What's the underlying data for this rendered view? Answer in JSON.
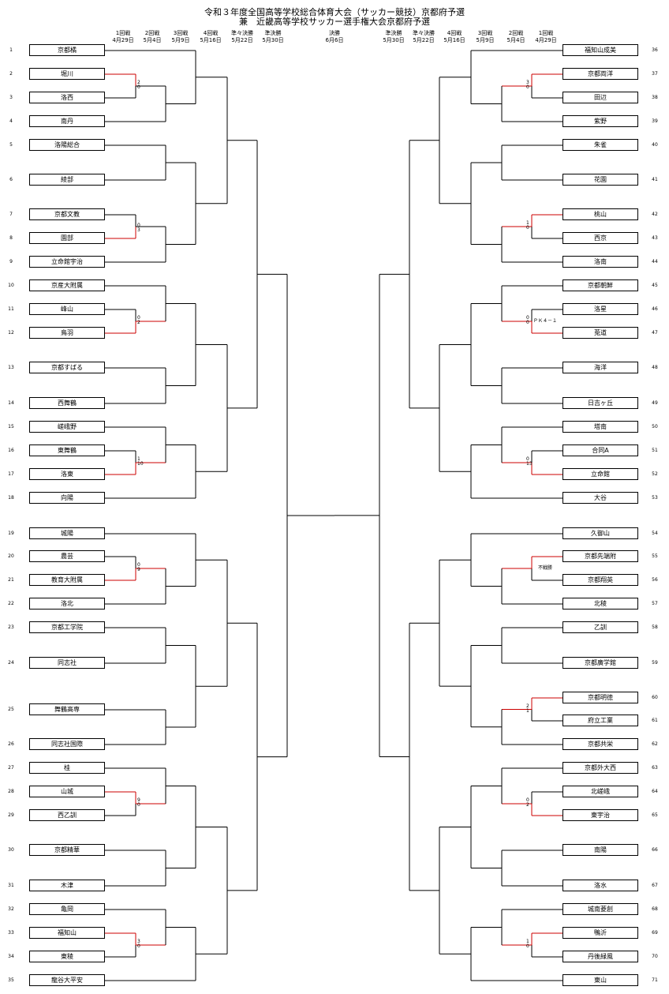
{
  "title": {
    "line1": "令和３年度全国高等学校総合体育大会（サッカー競技）京都府予選",
    "line2": "兼　近畿高等学校サッカー選手権大会京都府予選"
  },
  "rounds_left": [
    {
      "name": "1回戦",
      "date": "4月29日"
    },
    {
      "name": "2回戦",
      "date": "5月4日"
    },
    {
      "name": "3回戦",
      "date": "5月9日"
    },
    {
      "name": "4回戦",
      "date": "5月16日"
    },
    {
      "name": "準々決勝",
      "date": "5月22日"
    },
    {
      "name": "準決勝",
      "date": "5月30日"
    }
  ],
  "final": {
    "name": "決勝",
    "date": "6月6日"
  },
  "rounds_right": [
    {
      "name": "準決勝",
      "date": "5月30日"
    },
    {
      "name": "準々決勝",
      "date": "5月22日"
    },
    {
      "name": "4回戦",
      "date": "5月16日"
    },
    {
      "name": "3回戦",
      "date": "5月9日"
    },
    {
      "name": "2回戦",
      "date": "5月4日"
    },
    {
      "name": "1回戦",
      "date": "4月29日"
    }
  ],
  "left_teams": [
    {
      "no": "1",
      "name": "京都橘"
    },
    {
      "no": "2",
      "name": "堀川"
    },
    {
      "no": "3",
      "name": "洛西"
    },
    {
      "no": "4",
      "name": "南丹"
    },
    {
      "no": "5",
      "name": "洛陽総合"
    },
    {
      "no": "6",
      "name": "綾部"
    },
    {
      "no": "7",
      "name": "京都文教"
    },
    {
      "no": "8",
      "name": "園部"
    },
    {
      "no": "9",
      "name": "立命館宇治"
    },
    {
      "no": "10",
      "name": "京産大附属"
    },
    {
      "no": "11",
      "name": "峰山"
    },
    {
      "no": "12",
      "name": "鳥羽"
    },
    {
      "no": "13",
      "name": "京都すばる"
    },
    {
      "no": "14",
      "name": "西舞鶴"
    },
    {
      "no": "15",
      "name": "嵯峨野"
    },
    {
      "no": "16",
      "name": "東舞鶴"
    },
    {
      "no": "17",
      "name": "洛東"
    },
    {
      "no": "18",
      "name": "向陽"
    },
    {
      "no": "19",
      "name": "城陽"
    },
    {
      "no": "20",
      "name": "農芸"
    },
    {
      "no": "21",
      "name": "教育大附属"
    },
    {
      "no": "22",
      "name": "洛北"
    },
    {
      "no": "23",
      "name": "京都工学院"
    },
    {
      "no": "24",
      "name": "同志社"
    },
    {
      "no": "25",
      "name": "舞鶴高専"
    },
    {
      "no": "26",
      "name": "同志社国際"
    },
    {
      "no": "27",
      "name": "桂"
    },
    {
      "no": "28",
      "name": "山城"
    },
    {
      "no": "29",
      "name": "西乙訓"
    },
    {
      "no": "30",
      "name": "京都精華"
    },
    {
      "no": "31",
      "name": "木津"
    },
    {
      "no": "32",
      "name": "亀岡"
    },
    {
      "no": "33",
      "name": "福知山"
    },
    {
      "no": "34",
      "name": "東稜"
    },
    {
      "no": "35",
      "name": "龍谷大平安"
    }
  ],
  "right_teams": [
    {
      "no": "36",
      "name": "福知山成美"
    },
    {
      "no": "37",
      "name": "京都両洋"
    },
    {
      "no": "38",
      "name": "田辺"
    },
    {
      "no": "39",
      "name": "紫野"
    },
    {
      "no": "40",
      "name": "朱雀"
    },
    {
      "no": "41",
      "name": "花園"
    },
    {
      "no": "42",
      "name": "桃山"
    },
    {
      "no": "43",
      "name": "西京"
    },
    {
      "no": "44",
      "name": "洛南"
    },
    {
      "no": "45",
      "name": "京都朝鮮"
    },
    {
      "no": "46",
      "name": "洛星"
    },
    {
      "no": "47",
      "name": "莵道"
    },
    {
      "no": "48",
      "name": "海洋"
    },
    {
      "no": "49",
      "name": "日吉ヶ丘"
    },
    {
      "no": "50",
      "name": "塔南"
    },
    {
      "no": "51",
      "name": "合同A"
    },
    {
      "no": "52",
      "name": "立命館"
    },
    {
      "no": "53",
      "name": "大谷"
    },
    {
      "no": "54",
      "name": "久御山"
    },
    {
      "no": "55",
      "name": "京都先端附"
    },
    {
      "no": "56",
      "name": "京都翔英"
    },
    {
      "no": "57",
      "name": "北稜"
    },
    {
      "no": "58",
      "name": "乙訓"
    },
    {
      "no": "59",
      "name": "京都廣学館"
    },
    {
      "no": "60",
      "name": "京都明徳"
    },
    {
      "no": "61",
      "name": "府立工業"
    },
    {
      "no": "62",
      "name": "京都共栄"
    },
    {
      "no": "63",
      "name": "京都外大西"
    },
    {
      "no": "64",
      "name": "北嵯峨"
    },
    {
      "no": "65",
      "name": "東宇治"
    },
    {
      "no": "66",
      "name": "南陽"
    },
    {
      "no": "67",
      "name": "洛水"
    },
    {
      "no": "68",
      "name": "城南菱創"
    },
    {
      "no": "69",
      "name": "鴨沂"
    },
    {
      "no": "70",
      "name": "丹後緑風"
    },
    {
      "no": "71",
      "name": "東山"
    }
  ],
  "first_round_scores": {
    "left": [
      {
        "top": "2",
        "bottom": "0"
      },
      {
        "top": "0",
        "bottom": "3"
      },
      {
        "top": "0",
        "bottom": "2"
      },
      {
        "top": "1",
        "bottom": "10"
      },
      {
        "top": "0",
        "bottom": "9"
      },
      {
        "top": "9",
        "bottom": "0"
      },
      {
        "top": "3",
        "bottom": "0"
      }
    ],
    "right": [
      {
        "top": "3",
        "bottom": "0"
      },
      {
        "top": "1",
        "bottom": "0"
      },
      {
        "top": "0",
        "bottom": "0"
      },
      {
        "top": "0",
        "bottom": "13"
      },
      {
        "top": "2",
        "bottom": "1"
      },
      {
        "top": "0",
        "bottom": "2"
      },
      {
        "top": "1",
        "bottom": "0"
      }
    ]
  },
  "notes": {
    "pk": "ＰＫ４－１",
    "forfeit": "不戦勝"
  },
  "colors": {
    "line": "#000000",
    "winner": "#cc0000"
  }
}
